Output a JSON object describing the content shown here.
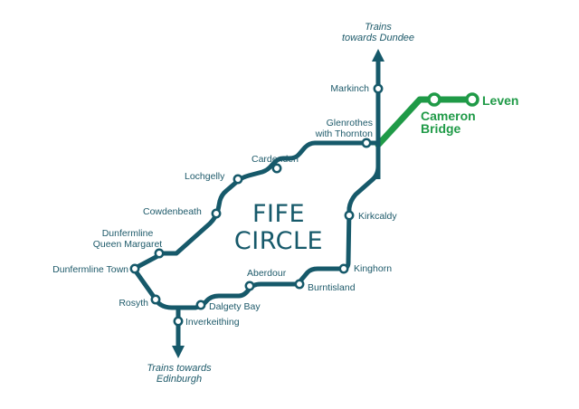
{
  "map": {
    "title_line1": "FIFE",
    "title_line2": "CIRCLE",
    "colors": {
      "fife_circle_line": "#16596a",
      "levenmouth_line": "#1f9a47",
      "label_text": "#1e5a6a",
      "station_fill": "#ffffff"
    },
    "directions": {
      "north_line1": "Trains",
      "north_line2": "towards Dundee",
      "south_line1": "Trains towards",
      "south_line2": "Edinburgh"
    },
    "stations": {
      "markinch": "Markinch",
      "glenrothes_line1": "Glenrothes",
      "glenrothes_line2": "with Thornton",
      "cardenden": "Cardenden",
      "lochgelly": "Lochgelly",
      "cowdenbeath": "Cowdenbeath",
      "dunfermline_qm_line1": "Dunfermline",
      "dunfermline_qm_line2": "Queen Margaret",
      "dunfermline_town": "Dunfermline Town",
      "rosyth": "Rosyth",
      "inverkeithing": "Inverkeithing",
      "dalgety_bay": "Dalgety Bay",
      "aberdour": "Aberdour",
      "burntisland": "Burntisland",
      "kinghorn": "Kinghorn",
      "kirkcaldy": "Kirkcaldy"
    },
    "levenmouth_stations": {
      "cameron_bridge_line1": "Cameron",
      "cameron_bridge_line2": "Bridge",
      "leven": "Leven"
    }
  }
}
